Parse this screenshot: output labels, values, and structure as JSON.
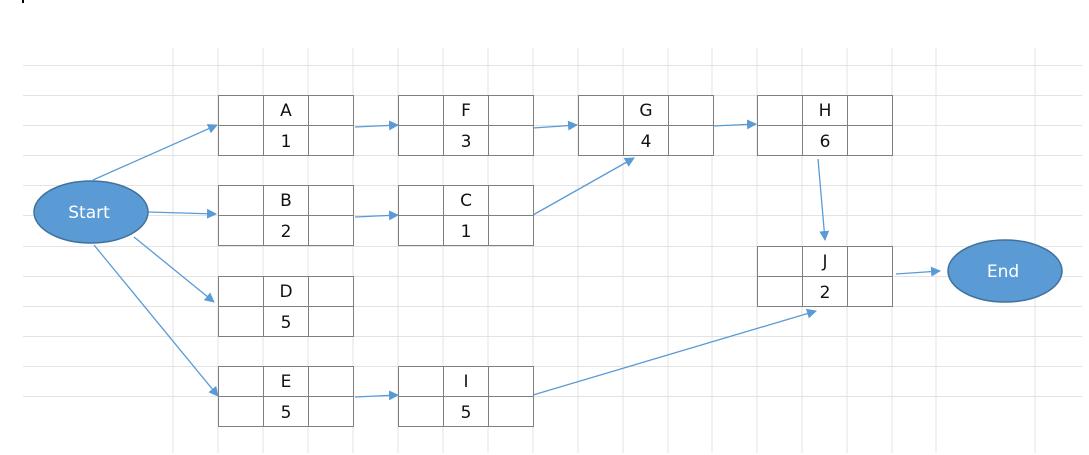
{
  "diagram": {
    "type": "activity-on-node network",
    "colors": {
      "arrow": "#5b9bd5",
      "terminal_fill": "#5b9bd5",
      "terminal_stroke": "#41719c",
      "terminal_text": "#ffffff",
      "box_border": "#7f7f7f",
      "gridline": "#e3e3e3"
    },
    "terminals": [
      {
        "id": "start",
        "label": "Start"
      },
      {
        "id": "end",
        "label": "End"
      }
    ],
    "activities": [
      {
        "id": "A",
        "label": "A",
        "duration": "1"
      },
      {
        "id": "B",
        "label": "B",
        "duration": "2"
      },
      {
        "id": "C",
        "label": "C",
        "duration": "1"
      },
      {
        "id": "D",
        "label": "D",
        "duration": "5"
      },
      {
        "id": "E",
        "label": "E",
        "duration": "5"
      },
      {
        "id": "F",
        "label": "F",
        "duration": "3"
      },
      {
        "id": "G",
        "label": "G",
        "duration": "4"
      },
      {
        "id": "H",
        "label": "H",
        "duration": "6"
      },
      {
        "id": "I",
        "label": "I",
        "duration": "5"
      },
      {
        "id": "J",
        "label": "J",
        "duration": "2"
      }
    ],
    "edges": [
      {
        "from": "start",
        "to": "A"
      },
      {
        "from": "start",
        "to": "B"
      },
      {
        "from": "start",
        "to": "D"
      },
      {
        "from": "start",
        "to": "E"
      },
      {
        "from": "A",
        "to": "F"
      },
      {
        "from": "B",
        "to": "C"
      },
      {
        "from": "F",
        "to": "G"
      },
      {
        "from": "C",
        "to": "G"
      },
      {
        "from": "G",
        "to": "H"
      },
      {
        "from": "H",
        "to": "J"
      },
      {
        "from": "E",
        "to": "I"
      },
      {
        "from": "I",
        "to": "J"
      },
      {
        "from": "J",
        "to": "end"
      }
    ]
  }
}
